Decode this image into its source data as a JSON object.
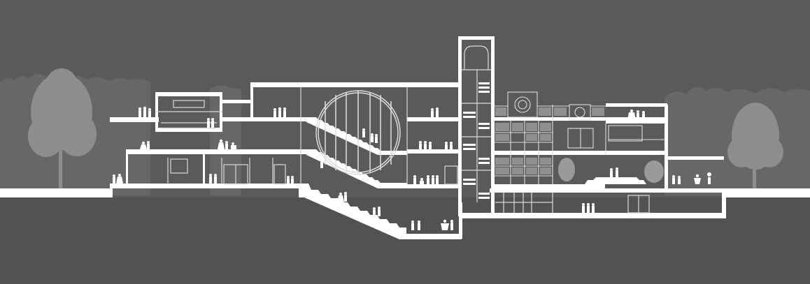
{
  "drawing": {
    "title": "",
    "colors": {
      "sky": "#5a5a5a",
      "treeline": "#6a6a6a",
      "ground": "#4f4f4f",
      "tree": "#8a8a8a",
      "structure": "#ffffff",
      "linework": "#dcdcdc",
      "figure": "#ffffff"
    },
    "elements": {
      "background_trees": "treeline",
      "trees": [
        "left-tree",
        "right-tree"
      ],
      "circular_window": "round-atrium-window",
      "stair_tower": "vertical-circulation-tower",
      "figures": "people-silhouettes"
    }
  }
}
